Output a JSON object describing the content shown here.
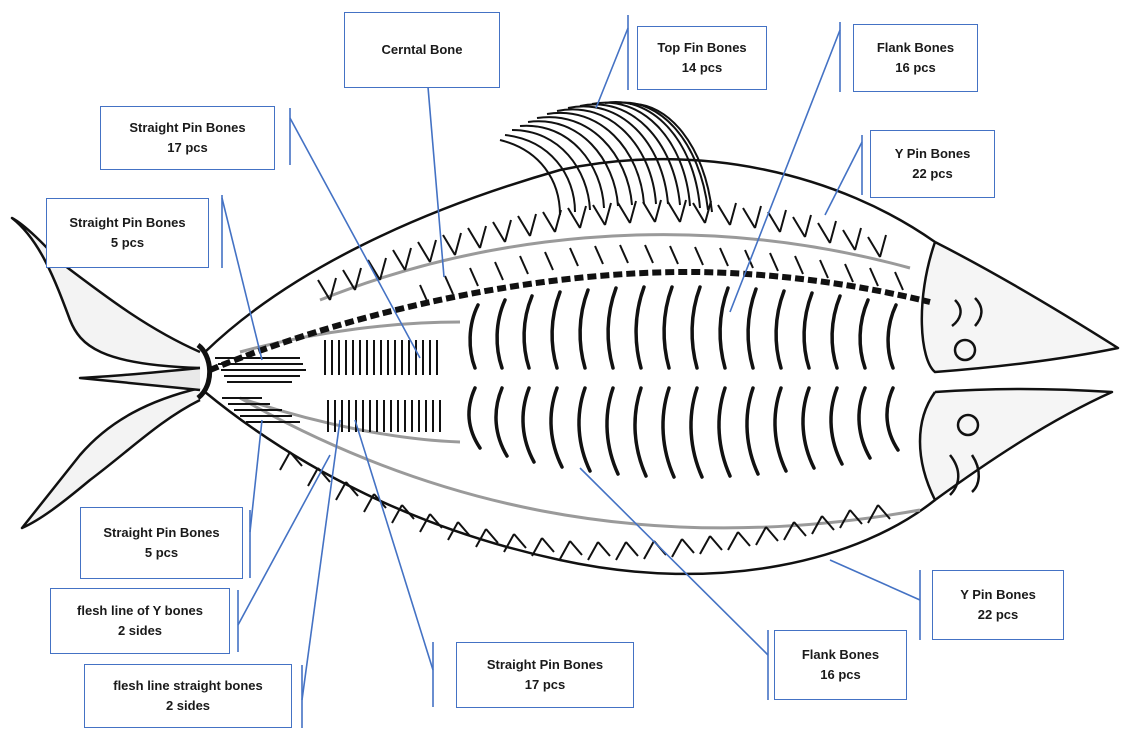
{
  "labels": {
    "central": {
      "line1": "Cerntal Bone"
    },
    "top_fin": {
      "line1": "Top Fin Bones",
      "line2": "14 pcs"
    },
    "flank_top": {
      "line1": "Flank Bones",
      "line2": "16 pcs"
    },
    "straight_17_top": {
      "line1": "Straight Pin  Bones",
      "line2": "17 pcs"
    },
    "y_pin_top": {
      "line1": "Y Pin Bones",
      "line2": "22 pcs"
    },
    "straight_5_top": {
      "line1": "Straight Pin  Bones",
      "line2": "5 pcs"
    },
    "straight_5_bottom": {
      "line1": "Straight Pin  Bones",
      "line2": "5 pcs"
    },
    "flesh_y": {
      "line1": "flesh line of Y bones",
      "line2": "2 sides"
    },
    "flesh_straight": {
      "line1": "flesh line straight bones",
      "line2": "2 sides"
    },
    "straight_17_bottom": {
      "line1": "Straight Pin  Bones",
      "line2": "17 pcs"
    },
    "flank_bottom": {
      "line1": "Flank Bones",
      "line2": "16 pcs"
    },
    "y_pin_bottom": {
      "line1": "Y Pin Bones",
      "line2": "22 pcs"
    }
  },
  "colors": {
    "callout": "#4472c4",
    "bone": "#111111",
    "flesh_line": "#9a9a9a",
    "outline": "#111111"
  }
}
